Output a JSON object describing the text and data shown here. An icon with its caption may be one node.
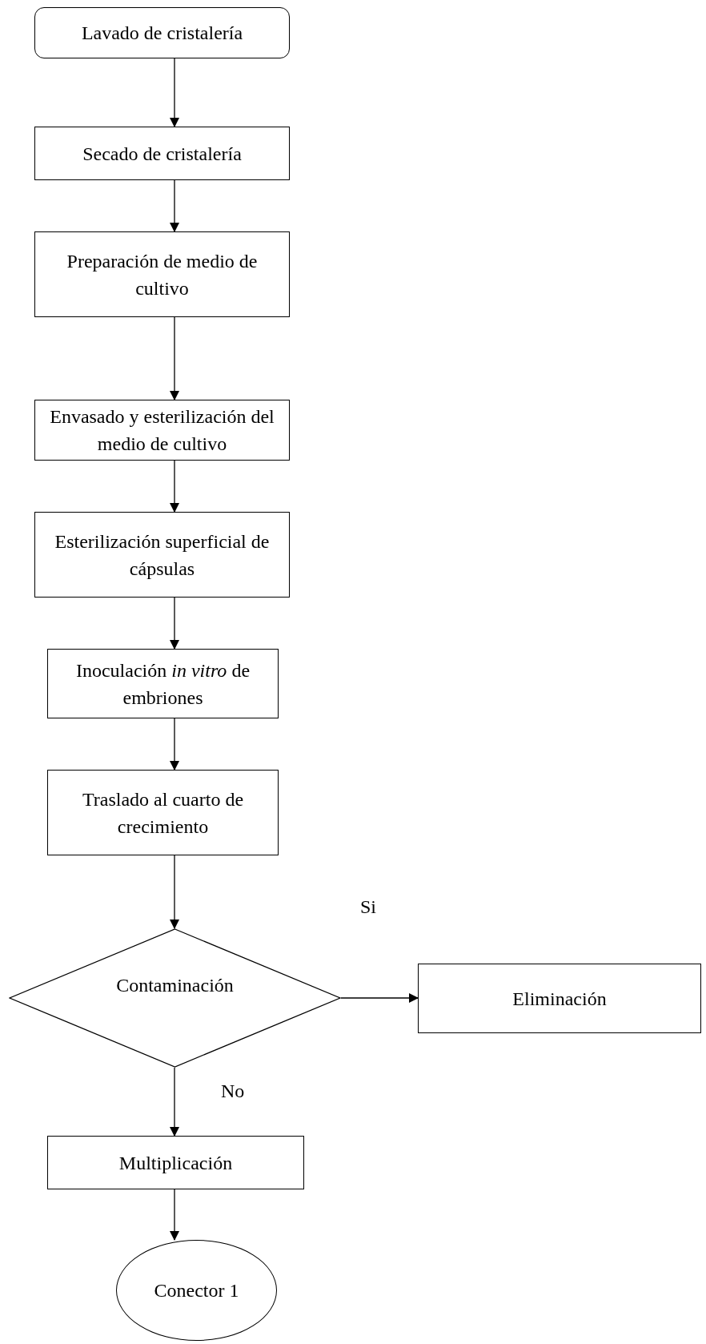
{
  "diagram": {
    "nodes": [
      {
        "text": [
          "Lavado de cristalería"
        ]
      },
      {
        "text": [
          "Secado de cristalería"
        ]
      },
      {
        "text": [
          "Preparación de medio de cultivo"
        ]
      },
      {
        "text": [
          "Envasado y esterilización del medio de cultivo"
        ]
      },
      {
        "text": [
          "Esterilización superficial de cápsulas"
        ]
      },
      {
        "text": [
          "Inoculación *in vitro* de embriones"
        ]
      },
      {
        "text": [
          "Traslado al cuarto de crecimiento"
        ]
      },
      {
        "text": [
          "Contaminación"
        ]
      },
      {
        "text": [
          "Eliminación"
        ]
      },
      {
        "text": [
          "Multiplicación"
        ]
      },
      {
        "text": [
          "Conector 1"
        ]
      }
    ],
    "edges": [
      {
        "from": 0,
        "to": 1,
        "arrow": "to"
      },
      {
        "from": 1,
        "to": 2,
        "arrow": "to"
      },
      {
        "from": 2,
        "to": 3,
        "arrow": "to"
      },
      {
        "from": 3,
        "to": 4,
        "arrow": "to"
      },
      {
        "from": 4,
        "to": 5,
        "arrow": "to"
      },
      {
        "from": 5,
        "to": 6,
        "arrow": "to"
      },
      {
        "from": 6,
        "to": 7,
        "arrow": "to"
      },
      {
        "from": 7,
        "to": 8,
        "arrow": "to",
        "label": "Si"
      },
      {
        "from": 7,
        "to": 9,
        "arrow": "to",
        "label": "No"
      },
      {
        "from": 9,
        "to": 10,
        "arrow": "to"
      }
    ]
  }
}
